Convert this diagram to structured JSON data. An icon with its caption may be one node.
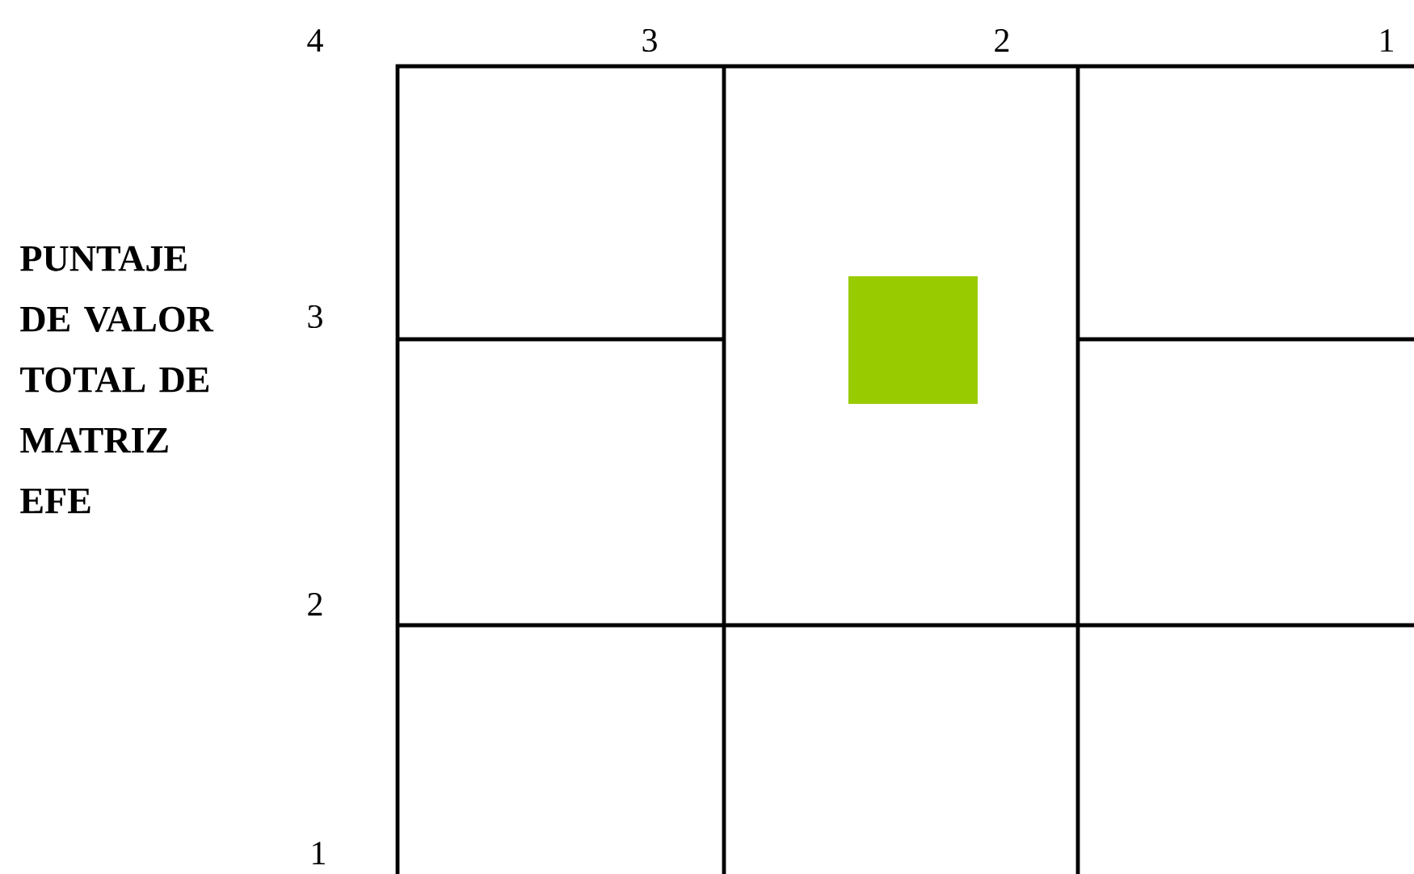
{
  "diagram": {
    "nodes": [
      {
        "text": [],
        "shape": "box"
      }
    ],
    "labels": [
      "4",
      "3",
      "2",
      "1",
      "PUNTAJE DE VALOR TOTAL DE MATRIZ EFE",
      "3",
      "2",
      "1"
    ]
  }
}
